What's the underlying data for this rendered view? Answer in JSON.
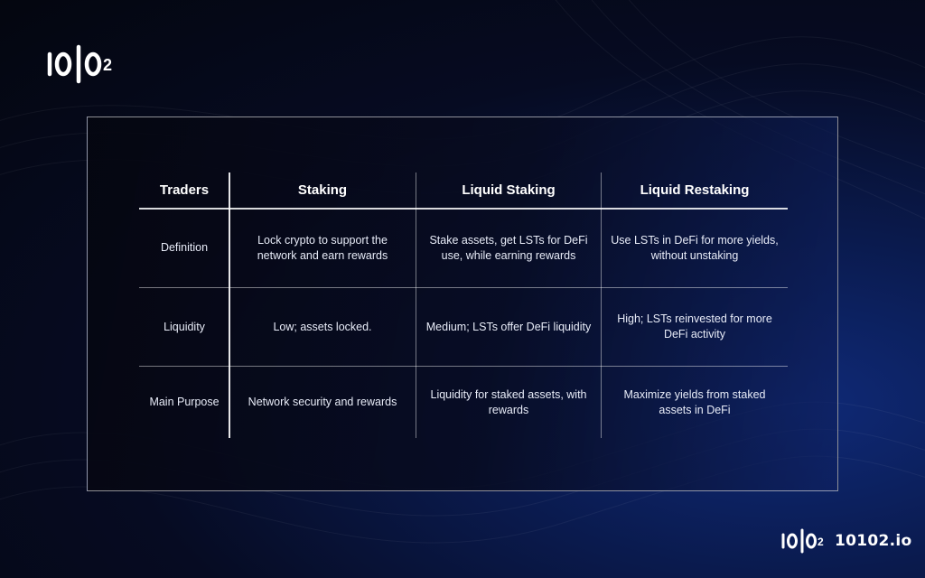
{
  "brand": {
    "logo_text": "10102",
    "site": "10102.io"
  },
  "table": {
    "headers": [
      "Traders",
      "Staking",
      "Liquid Staking",
      "Liquid Restaking"
    ],
    "rows": [
      {
        "label": "Definition",
        "cells": [
          "Lock crypto to support the network and earn rewards",
          "Stake assets, get LSTs for DeFi use, while earning rewards",
          "Use LSTs in DeFi for more yields, without unstaking"
        ]
      },
      {
        "label": "Liquidity",
        "cells": [
          "Low; assets locked.",
          "Medium; LSTs offer DeFi liquidity",
          "High; LSTs reinvested for more DeFi activity"
        ]
      },
      {
        "label": "Main Purpose",
        "cells": [
          "Network security and rewards",
          "Liquidity for staked assets, with rewards",
          "Maximize yields from staked assets in DeFi"
        ]
      }
    ]
  },
  "colors": {
    "background_dark": "#04060f",
    "background_accent": "#0f2a78",
    "text": "#ffffff",
    "line": "#ffffff"
  }
}
